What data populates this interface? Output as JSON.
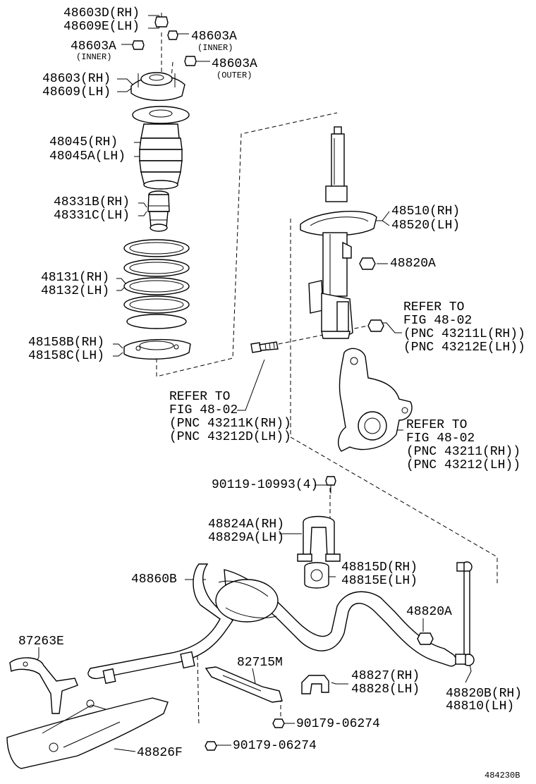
{
  "diagram": {
    "figure_number": "484230B",
    "labels": {
      "top_nut_rh": "48603D(RH)",
      "top_nut_lh": "48609E(LH)",
      "nut_inner_right": "48603A",
      "nut_inner_right_note": "(INNER)",
      "nut_inner_left": "48603A",
      "nut_inner_left_note": "(INNER)",
      "nut_outer": "48603A",
      "nut_outer_note": "(OUTER)",
      "mount_rh": "48603(RH)",
      "mount_lh": "48609(LH)",
      "boot_rh": "48045(RH)",
      "boot_lh": "48045A(LH)",
      "bumper_rh": "48331B(RH)",
      "bumper_lh": "48331C(LH)",
      "spring_rh": "48131(RH)",
      "spring_lh": "48132(LH)",
      "insulator_rh": "48158B(RH)",
      "insulator_lh": "48158C(LH)",
      "strut_rh": "48510(RH)",
      "strut_lh": "48520(LH)",
      "strut_nut": "48820A",
      "ref_a_1": "REFER TO",
      "ref_a_2": "FIG 48-02",
      "ref_a_3": "(PNC 43211L(RH))",
      "ref_a_4": "(PNC 43212E(LH))",
      "ref_b_1": "REFER TO",
      "ref_b_2": "FIG 48-02",
      "ref_b_3": "(PNC 43211K(RH))",
      "ref_b_4": "(PNC 43212D(LH))",
      "ref_c_1": "REFER TO",
      "ref_c_2": "FIG 48-02",
      "ref_c_3": "(PNC 43211(RH))",
      "ref_c_4": "(PNC 43212(LH))",
      "bracket_bolt": "90119-10993(4)",
      "bracket_rh": "48824A(RH)",
      "bracket_lh": "48829A(LH)",
      "bushing_rh": "48815D(RH)",
      "bushing_lh": "48815E(LH)",
      "stabilizer_bar": "48860B",
      "link_nut": "48820A",
      "bracket_left": "87263E",
      "bracket_82715m": "82715M",
      "clamp_rh": "48827(RH)",
      "clamp_lh": "48828(LH)",
      "link_rh": "48820B(RH)",
      "link_lh": "48810(LH)",
      "nut_90179_a": "90179-06274",
      "nut_90179_b": "90179-06274",
      "cover": "48826F"
    }
  }
}
